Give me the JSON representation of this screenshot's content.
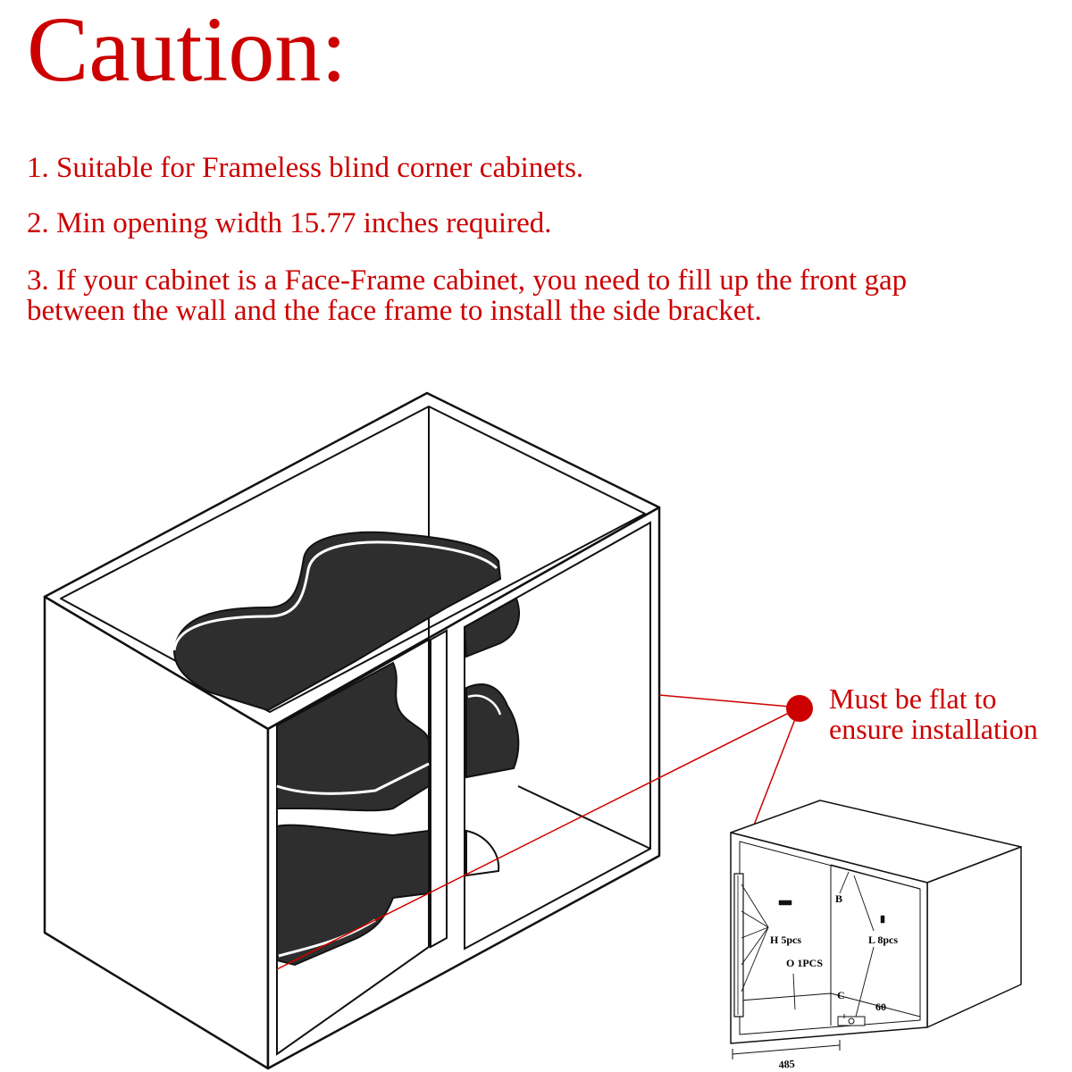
{
  "heading": "Caution:",
  "notes": {
    "n1": "1. Suitable for Frameless blind corner cabinets.",
    "n2": "2. Min opening width 15.77 inches required.",
    "n3a": "3. If your cabinet is a Face-Frame cabinet, you need to fill up the front gap",
    "n3b": "between  the wall and the face frame to install the side bracket."
  },
  "callout": {
    "line1": "Must be flat to",
    "line2": "ensure installation"
  },
  "diagram_labels": {
    "b": "B",
    "h": "H 5pcs",
    "l": "L 8pcs",
    "o": "O 1PCS",
    "c": "C",
    "sixty": "60",
    "width": "485"
  },
  "colors": {
    "accent": "#cc0000",
    "ink": "#111111",
    "shelf": "#2e2e2e"
  }
}
